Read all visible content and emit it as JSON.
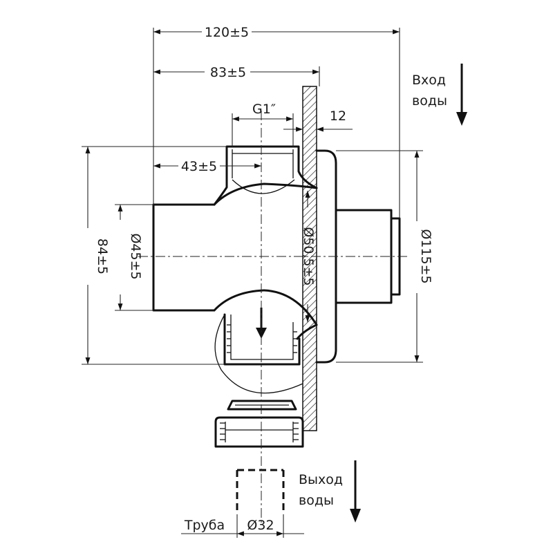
{
  "dimensions": {
    "overall_width": "120±5",
    "flange_width": "83±5",
    "thread": "G1″",
    "wall": "12",
    "outlet_offset": "43±5",
    "height": "84±5",
    "body_diameter": "Ø45±5",
    "seat_diameter": "Ø50,5±5",
    "flange_diameter": "Ø115±5",
    "pipe_diameter": "Ø32"
  },
  "labels": {
    "inlet_line1": "Вход",
    "inlet_line2": "воды",
    "outlet_line1": "Выход",
    "outlet_line2": "воды",
    "pipe": "Труба"
  }
}
